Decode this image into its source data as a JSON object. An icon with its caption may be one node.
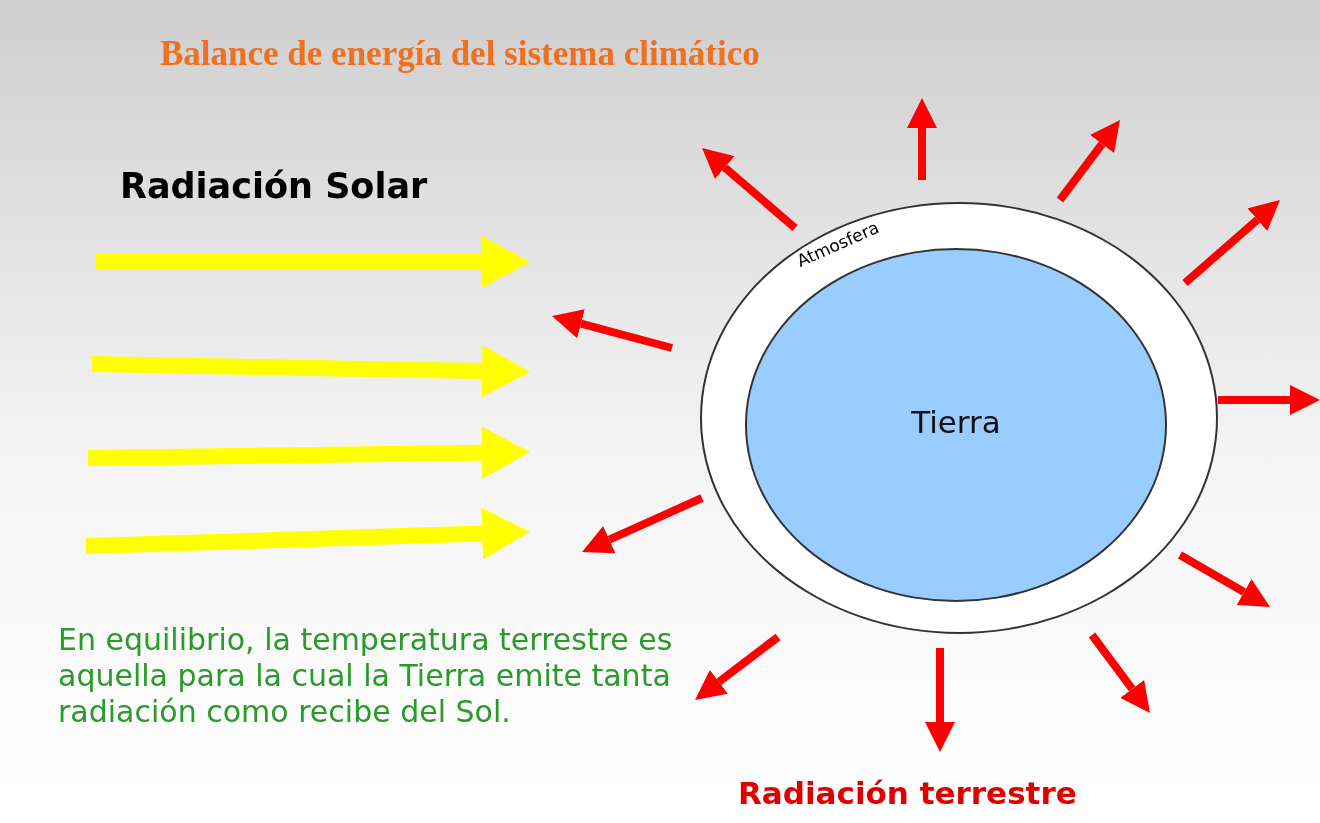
{
  "diagram": {
    "title": "Balance de energía del sistema climático",
    "nodes": [
      {
        "text": [
          "Atmosfera"
        ]
      },
      {
        "text": [
          "Tierra"
        ],
        "in": 0
      }
    ],
    "labels": [
      "Radiación Solar",
      "En equilibrio, la temperatura terrestre es aquella para la cual la Tierra emite tanta radiación como recibe del Sol.",
      "Radiación terrestre"
    ]
  }
}
